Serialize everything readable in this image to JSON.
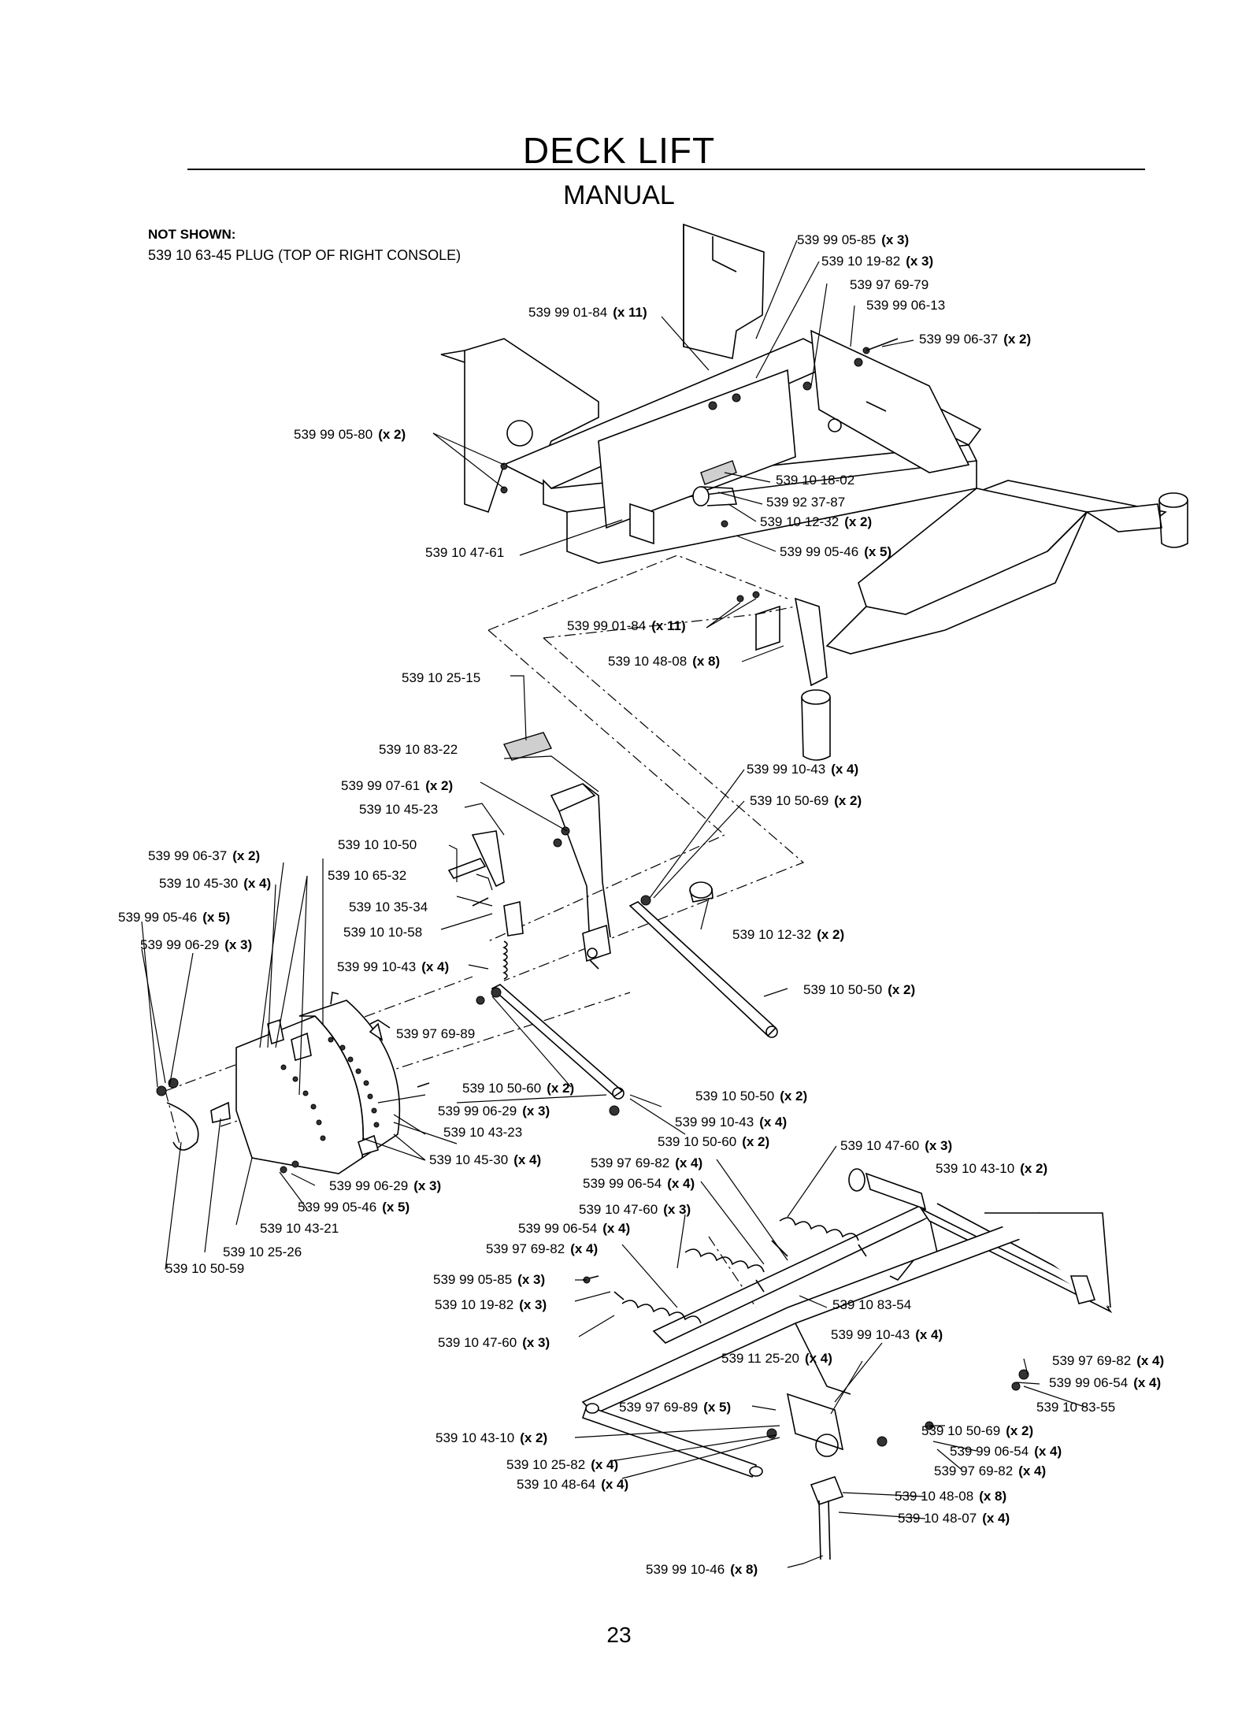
{
  "page": {
    "title": "DECK LIFT",
    "subtitle": "MANUAL",
    "not_shown_heading": "NOT SHOWN:",
    "not_shown_item": "539 10 63-45  PLUG (TOP OF RIGHT CONSOLE)",
    "page_number": "23"
  },
  "callouts": [
    {
      "pn": "539 99 05-85",
      "qty": "(x 3)"
    },
    {
      "pn": "539 10 19-82",
      "qty": "(x 3)"
    },
    {
      "pn": "539 97 69-79",
      "qty": ""
    },
    {
      "pn": "539 99 06-13",
      "qty": ""
    },
    {
      "pn": "539 99 01-84",
      "qty": "(x 11)"
    },
    {
      "pn": "539 99 06-37",
      "qty": "(x 2)"
    },
    {
      "pn": "539 99 05-80",
      "qty": "(x 2)"
    },
    {
      "pn": "539 10 18-02",
      "qty": ""
    },
    {
      "pn": "539 92 37-87",
      "qty": ""
    },
    {
      "pn": "539 10 12-32",
      "qty": "(x 2)"
    },
    {
      "pn": "539 10 47-61",
      "qty": ""
    },
    {
      "pn": "539 99 05-46",
      "qty": "(x 5)"
    },
    {
      "pn": "539 99 01-84",
      "qty": "(x 11)"
    },
    {
      "pn": "539 10 48-08",
      "qty": "(x 8)"
    },
    {
      "pn": "539 10 25-15",
      "qty": ""
    },
    {
      "pn": "539 10 83-22",
      "qty": ""
    },
    {
      "pn": "539 99 07-61",
      "qty": "(x 2)"
    },
    {
      "pn": "539 10 45-23",
      "qty": ""
    },
    {
      "pn": "539 99 10-43",
      "qty": "(x 4)"
    },
    {
      "pn": "539 10 50-69",
      "qty": "(x 2)"
    },
    {
      "pn": "539 10 10-50",
      "qty": ""
    },
    {
      "pn": "539 99 06-37",
      "qty": "(x 2)"
    },
    {
      "pn": "539 10 45-30",
      "qty": "(x 4)"
    },
    {
      "pn": "539 10 65-32",
      "qty": ""
    },
    {
      "pn": "539 99 05-46",
      "qty": "(x 5)"
    },
    {
      "pn": "539 10 35-34",
      "qty": ""
    },
    {
      "pn": "539 99 06-29",
      "qty": "(x 3)"
    },
    {
      "pn": "539 10 10-58",
      "qty": ""
    },
    {
      "pn": "539 10 12-32",
      "qty": "(x 2)"
    },
    {
      "pn": "539 99 10-43",
      "qty": "(x 4)"
    },
    {
      "pn": "539 10 50-50",
      "qty": "(x 2)"
    },
    {
      "pn": "539 97 69-89",
      "qty": ""
    },
    {
      "pn": "539 10 50-60",
      "qty": "(x 2)"
    },
    {
      "pn": "539 10 50-50",
      "qty": "(x 2)"
    },
    {
      "pn": "539 99 06-29",
      "qty": "(x 3)"
    },
    {
      "pn": "539 99 10-43",
      "qty": "(x 4)"
    },
    {
      "pn": "539 10 43-23",
      "qty": ""
    },
    {
      "pn": "539 10 50-60",
      "qty": "(x 2)"
    },
    {
      "pn": "539 10 47-60",
      "qty": "(x 3)"
    },
    {
      "pn": "539 10 45-30",
      "qty": "(x 4)"
    },
    {
      "pn": "539 97 69-82",
      "qty": "(x 4)"
    },
    {
      "pn": "539 10 43-10",
      "qty": "(x 2)"
    },
    {
      "pn": "539 99 06-29",
      "qty": "(x 3)"
    },
    {
      "pn": "539 99 06-54",
      "qty": "(x 4)"
    },
    {
      "pn": "539 99 05-46",
      "qty": "(x 5)"
    },
    {
      "pn": "539 10 47-60",
      "qty": "(x 3)"
    },
    {
      "pn": "539 10 43-21",
      "qty": ""
    },
    {
      "pn": "539 99 06-54",
      "qty": "(x 4)"
    },
    {
      "pn": "539 97 69-82",
      "qty": "(x 4)"
    },
    {
      "pn": "539 10 25-26",
      "qty": ""
    },
    {
      "pn": "539 10 50-59",
      "qty": ""
    },
    {
      "pn": "539 99 05-85",
      "qty": "(x 3)"
    },
    {
      "pn": "539 10 19-82",
      "qty": "(x 3)"
    },
    {
      "pn": "539 10 83-54",
      "qty": ""
    },
    {
      "pn": "539 10 47-60",
      "qty": "(x 3)"
    },
    {
      "pn": "539 99 10-43",
      "qty": "(x 4)"
    },
    {
      "pn": "539 11 25-20",
      "qty": "(x 4)"
    },
    {
      "pn": "539 97 69-82",
      "qty": "(x 4)"
    },
    {
      "pn": "539 99 06-54",
      "qty": "(x 4)"
    },
    {
      "pn": "539 97 69-89",
      "qty": "(x 5)"
    },
    {
      "pn": "539 10 83-55",
      "qty": ""
    },
    {
      "pn": "539 10 43-10",
      "qty": "(x 2)"
    },
    {
      "pn": "539 10 50-69",
      "qty": "(x 2)"
    },
    {
      "pn": "539 10 25-82",
      "qty": "(x 4)"
    },
    {
      "pn": "539 99 06-54",
      "qty": "(x 4)"
    },
    {
      "pn": "539 10 48-64",
      "qty": "(x 4)"
    },
    {
      "pn": "539 97 69-82",
      "qty": "(x 4)"
    },
    {
      "pn": "539 10 48-08",
      "qty": "(x 8)"
    },
    {
      "pn": "539 10 48-07",
      "qty": "(x 4)"
    },
    {
      "pn": "539 99 10-46",
      "qty": "(x 8)"
    }
  ]
}
